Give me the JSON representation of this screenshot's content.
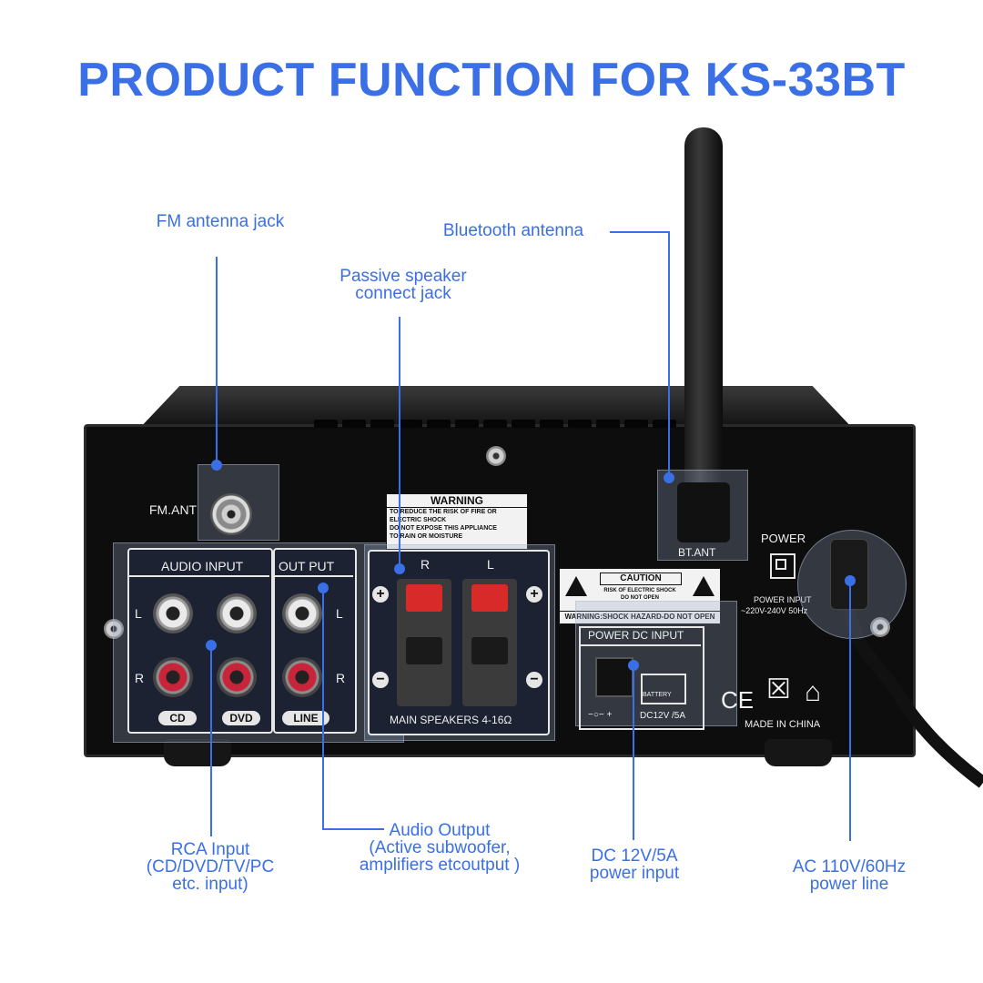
{
  "title": "PRODUCT FUNCTION FOR KS-33BT",
  "colors": {
    "accent": "#3a6fe6",
    "chassis": "#0d0d0d",
    "panel": "#1c2231"
  },
  "callouts": {
    "fm_antenna": [
      "FM antenna jack"
    ],
    "bt_antenna": [
      "Bluetooth antenna"
    ],
    "passive_speaker": [
      "Passive speaker",
      "connect jack"
    ],
    "rca_input": [
      "RCA Input",
      "(CD/DVD/TV/PC",
      "etc. input)"
    ],
    "audio_output": [
      "Audio Output",
      "(Active subwoofer,",
      "amplifiers etcoutput )"
    ],
    "dc_input": [
      "DC 12V/5A",
      "power input"
    ],
    "ac_line": [
      "AC 110V/60Hz",
      "power line"
    ]
  },
  "device": {
    "fm_label": "FM.ANT",
    "bt_label": "BT.ANT",
    "audio_input": "AUDIO INPUT",
    "output": "OUT PUT",
    "l": "L",
    "r": "R",
    "cd": "CD",
    "dvd": "DVD",
    "line": "LINE",
    "warning_title": "WARNING",
    "warning_lines": [
      "TO REDUCE THE RISK OF FIRE OR",
      "ELECTRIC SHOCK",
      "DO NOT EXPOSE THIS APPLIANCE",
      "TO RAIN OR MOISTURE"
    ],
    "speakers_label": "MAIN SPEAKERS 4-16Ω",
    "caution_title": "CAUTION",
    "caution_lines": [
      "RISK OF ELECTRIC SHOCK",
      "DO NOT OPEN"
    ],
    "caution_footer": "WARNING:SHOCK HAZARD-DO NOT OPEN",
    "power_dc_input": "POWER DC INPUT",
    "battery": "BATTERY",
    "dc_rating": "DC12V /5A",
    "polarity": "−○− +",
    "power": "POWER",
    "power_input": "POWER INPUT",
    "power_rating": "~220V-240V 50Hz",
    "ce_mark": "CE",
    "made_in": "MADE IN CHINA",
    "plus": "+",
    "minus": "−"
  }
}
